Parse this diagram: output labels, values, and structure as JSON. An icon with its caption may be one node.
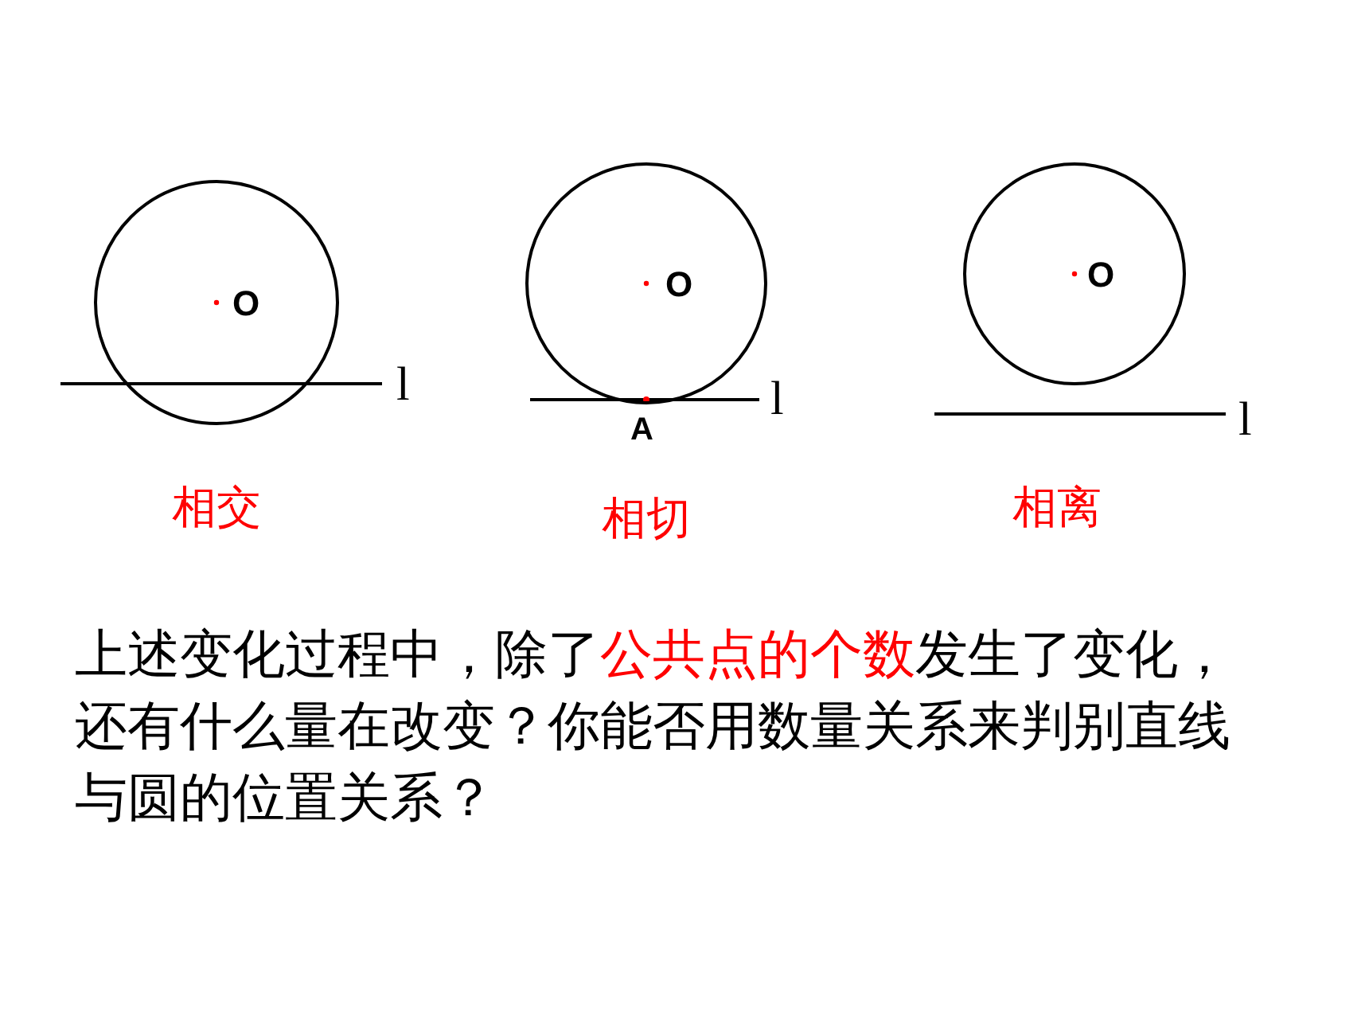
{
  "diagram": {
    "nodes": [
      {
        "text": [
          "O"
        ],
        "beside": [
          "相交"
        ]
      },
      {
        "text": [
          "O"
        ],
        "beside": [
          "相切"
        ]
      },
      {
        "text": [
          "O"
        ],
        "beside": [
          "相离"
        ]
      }
    ],
    "labels": [
      "l",
      "A",
      "l",
      "l",
      "上述变化过程中，除了**公共点的个数**发生了变化，还有什么量在改变？你能否用数量关系来判别直线与圆的位置关系？"
    ]
  }
}
